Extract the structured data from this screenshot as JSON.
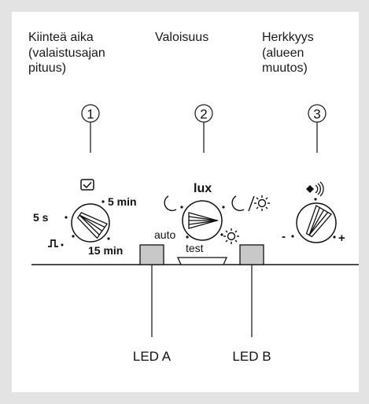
{
  "headings": {
    "fixed_time": [
      "Kiinteä aika",
      "(valaistusajan",
      "pituus)"
    ],
    "brightness": [
      "Valoisuus"
    ],
    "sensitivity": [
      "Herkkyys",
      "(alueen",
      "muutos)"
    ]
  },
  "callouts": [
    "1",
    "2",
    "3"
  ],
  "dial_time": {
    "min_label": "5 s",
    "mid_label": "5 min",
    "max_label": "15 min",
    "top_icon": "timer-icon",
    "side_icon": "pulse-icon"
  },
  "dial_lux": {
    "title": "lux",
    "auto_label": "auto",
    "test_label": "test",
    "left_icon": "moon-icon",
    "right_icon": "moon-sun-icon",
    "bottom_icon": "sun-icon"
  },
  "dial_sensitivity": {
    "minus_label": "-",
    "plus_label": "+",
    "top_icon": "sensor-range-icon"
  },
  "leds": {
    "a": "LED A",
    "b": "LED B"
  }
}
